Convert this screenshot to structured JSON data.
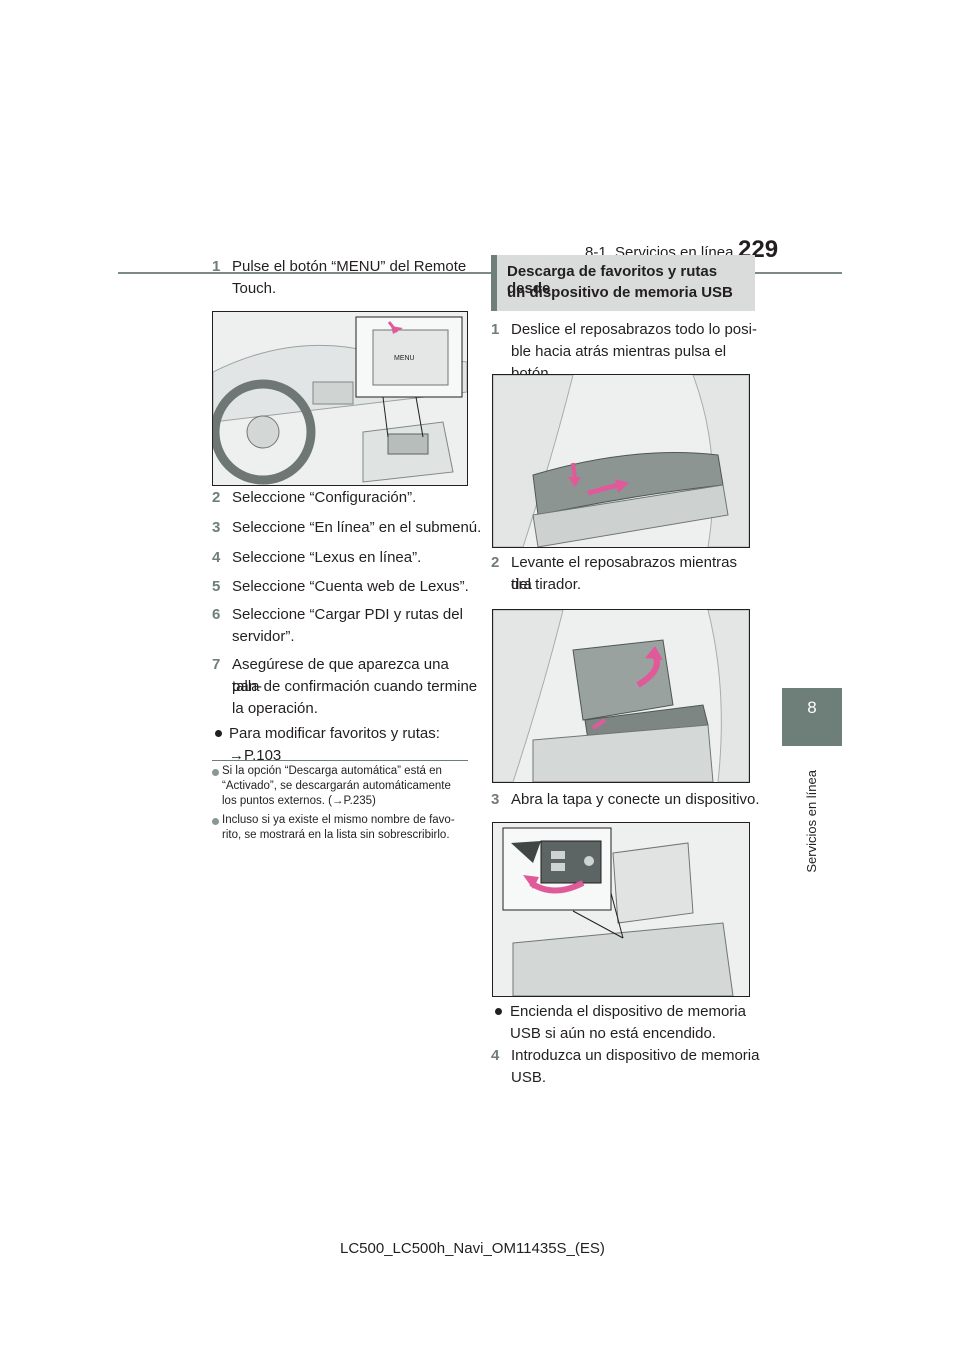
{
  "header": {
    "section": "8-1. Servicios en línea",
    "page_number": "229"
  },
  "side_tab": {
    "number": "8",
    "label": "Servicios en línea"
  },
  "left_column": {
    "step1": {
      "num": "1",
      "line1": "Pulse el botón “MENU” del Remote",
      "line2": "Touch."
    },
    "steps": [
      {
        "num": "2",
        "text": "Seleccione “Configuración”."
      },
      {
        "num": "3",
        "text": "Seleccione “En línea” en el submenú."
      },
      {
        "num": "4",
        "text": "Seleccione “Lexus en línea”."
      },
      {
        "num": "5",
        "text": "Seleccione “Cuenta web de Lexus”."
      }
    ],
    "step6": {
      "num": "6",
      "line1": "Seleccione “Cargar PDI y rutas del",
      "line2": "servidor”."
    },
    "step7": {
      "num": "7",
      "line1": "Asegúrese de que aparezca una pan-",
      "line2": "talla de confirmación cuando termine",
      "line3": "la operación."
    },
    "bullet": "Para modificar favoritos y rutas: →P.103",
    "notes": [
      {
        "line1": "Si la opción “Descarga automática” está en",
        "line2": "“Activado”, se descargarán automáticamente",
        "line3": "los puntos externos. (→P.235)"
      },
      {
        "line1": "Incluso si ya existe el mismo nombre de favo-",
        "line2": "rito, se mostrará en la lista sin sobrescribirlo."
      }
    ],
    "figure_menu_label": "MENU"
  },
  "right_column": {
    "section_title": {
      "line1": "Descarga de favoritos y rutas desde",
      "line2": "un dispositivo de memoria USB"
    },
    "step1": {
      "num": "1",
      "line1": "Deslice el reposabrazos todo lo posi-",
      "line2": "ble hacia atrás mientras pulsa el botón."
    },
    "step2": {
      "num": "2",
      "line1": "Levante el reposabrazos mientras tira",
      "line2": "del tirador."
    },
    "step3": {
      "num": "3",
      "text": "Abra la tapa y conecte un dispositivo."
    },
    "bullet": {
      "line1": "Encienda el dispositivo de memoria",
      "line2": "USB si aún no está encendido."
    },
    "step4": {
      "num": "4",
      "line1": "Introduzca un dispositivo de memoria",
      "line2": "USB."
    }
  },
  "colors": {
    "accent": "#6e7e79",
    "arrow": "#e05a9a",
    "title_bg": "#d9dcdb"
  },
  "footer": "LC500_LC500h_Navi_OM11435S_(ES)"
}
